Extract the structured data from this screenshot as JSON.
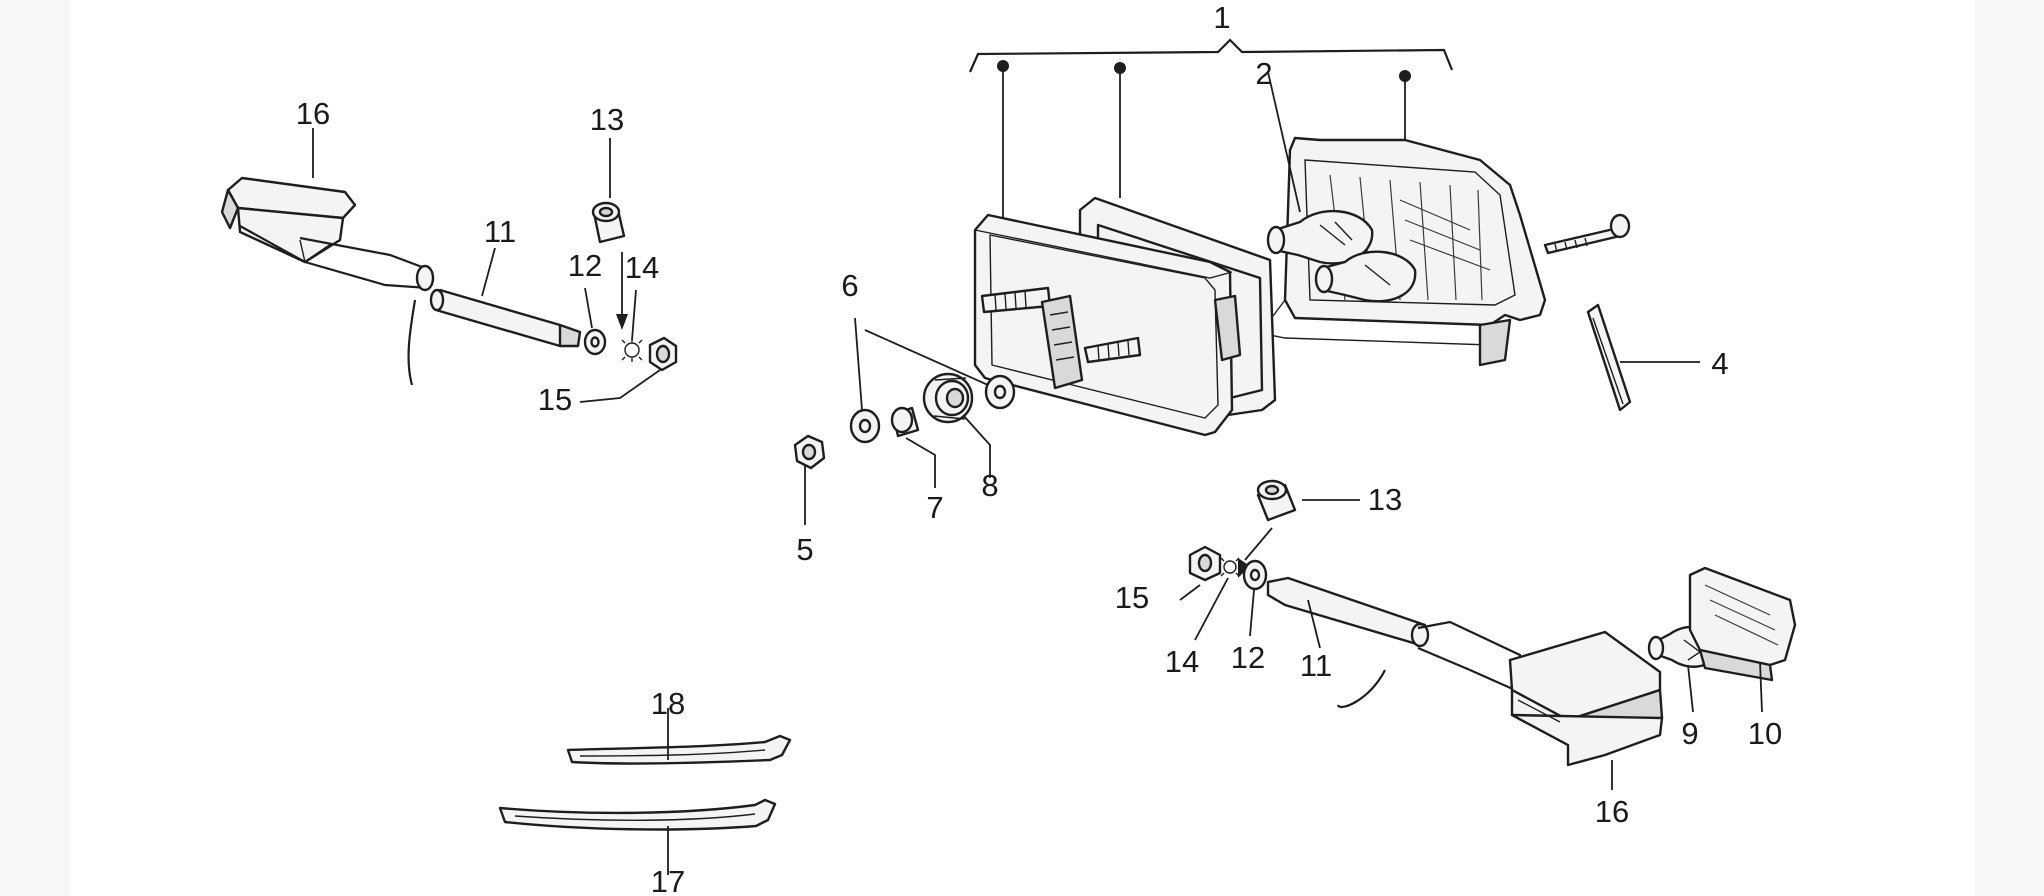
{
  "diagram": {
    "callouts": {
      "c1": "1",
      "c2": "2",
      "c4": "4",
      "c5": "5",
      "c6": "6",
      "c7": "7",
      "c8": "8",
      "c9": "9",
      "c10": "10",
      "c11_left": "11",
      "c11_right": "11",
      "c12_left": "12",
      "c12_right": "12",
      "c13_left": "13",
      "c13_right": "13",
      "c14_left": "14",
      "c14_right": "14",
      "c15_left": "15",
      "c15_right": "15",
      "c16_left": "16",
      "c16_right": "16",
      "c17": "17",
      "c18": "18"
    }
  }
}
